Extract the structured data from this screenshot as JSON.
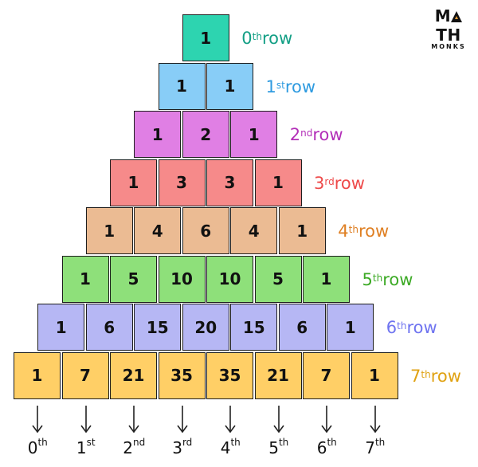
{
  "logo": {
    "main_prefix": "M",
    "main_suffix": "TH",
    "sub": "MONKS"
  },
  "rows": [
    {
      "values": [
        "1"
      ],
      "label_num": "0",
      "label_sup": "th",
      "label_word": "row",
      "fill": "#2dd4b0",
      "label_color": "#139f85"
    },
    {
      "values": [
        "1",
        "1"
      ],
      "label_num": "1",
      "label_sup": "st",
      "label_word": "row",
      "fill": "#88cdf7",
      "label_color": "#2f9be0"
    },
    {
      "values": [
        "1",
        "2",
        "1"
      ],
      "label_num": "2",
      "label_sup": "nd",
      "label_word": "row",
      "fill": "#e07fe4",
      "label_color": "#b32fb8"
    },
    {
      "values": [
        "1",
        "3",
        "3",
        "1"
      ],
      "label_num": "3",
      "label_sup": "rd",
      "label_word": "row",
      "fill": "#f68a8a",
      "label_color": "#ee4a4a"
    },
    {
      "values": [
        "1",
        "4",
        "6",
        "4",
        "1"
      ],
      "label_num": "4",
      "label_sup": "th",
      "label_word": "row",
      "fill": "#ebbb93",
      "label_color": "#df7f22"
    },
    {
      "values": [
        "1",
        "5",
        "10",
        "10",
        "5",
        "1"
      ],
      "label_num": "5",
      "label_sup": "th",
      "label_word": "row",
      "fill": "#8ee07a",
      "label_color": "#3daa26"
    },
    {
      "values": [
        "1",
        "6",
        "15",
        "20",
        "15",
        "6",
        "1"
      ],
      "label_num": "6",
      "label_sup": "th",
      "label_word": "row",
      "fill": "#b6b7f4",
      "label_color": "#6f74f0"
    },
    {
      "values": [
        "1",
        "7",
        "21",
        "35",
        "35",
        "21",
        "7",
        "1"
      ],
      "label_num": "7",
      "label_sup": "th",
      "label_word": "row",
      "fill": "#ffcf66",
      "label_color": "#e0a213"
    }
  ],
  "columns": [
    {
      "num": "0",
      "sup": "th"
    },
    {
      "num": "1",
      "sup": "st"
    },
    {
      "num": "2",
      "sup": "nd"
    },
    {
      "num": "3",
      "sup": "rd"
    },
    {
      "num": "4",
      "sup": "th"
    },
    {
      "num": "5",
      "sup": "th"
    },
    {
      "num": "6",
      "sup": "th"
    },
    {
      "num": "7",
      "sup": "th"
    }
  ]
}
